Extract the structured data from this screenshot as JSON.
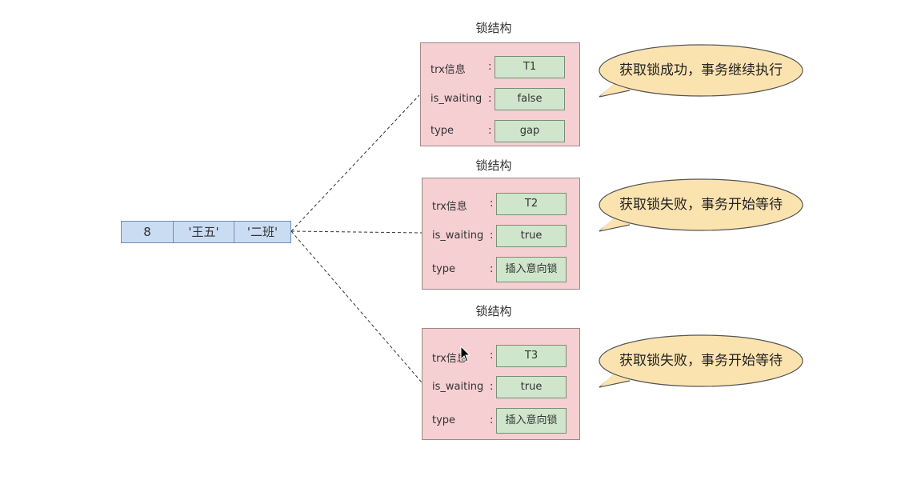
{
  "record": {
    "cells": [
      "8",
      "'王五'",
      "'二班'"
    ]
  },
  "locks": [
    {
      "title": "锁结构",
      "fields": [
        {
          "name": "trx信息",
          "colon": ":",
          "value": "T1"
        },
        {
          "name": "is_waiting",
          "colon": ":",
          "value": "false"
        },
        {
          "name": "type",
          "colon": ":",
          "value": "gap"
        }
      ],
      "bubble": "获取锁成功，事务继续执行"
    },
    {
      "title": "锁结构",
      "fields": [
        {
          "name": "trx信息",
          "colon": ":",
          "value": "T2"
        },
        {
          "name": "is_waiting",
          "colon": ":",
          "value": "true"
        },
        {
          "name": "type",
          "colon": ":",
          "value": "插入意向锁"
        }
      ],
      "bubble": "获取锁失败，事务开始等待"
    },
    {
      "title": "锁结构",
      "fields": [
        {
          "name": "trx信息",
          "colon": ":",
          "value": "T3"
        },
        {
          "name": "is_waiting",
          "colon": ":",
          "value": "true"
        },
        {
          "name": "type",
          "colon": ":",
          "value": "插入意向锁"
        }
      ],
      "bubble": "获取锁失败，事务开始等待"
    }
  ],
  "colors": {
    "record_fill": "#c9dcf2",
    "lock_fill": "#f5cfd1",
    "field_value_fill": "#cfe5cc",
    "bubble_fill": "#fbe3b0"
  }
}
